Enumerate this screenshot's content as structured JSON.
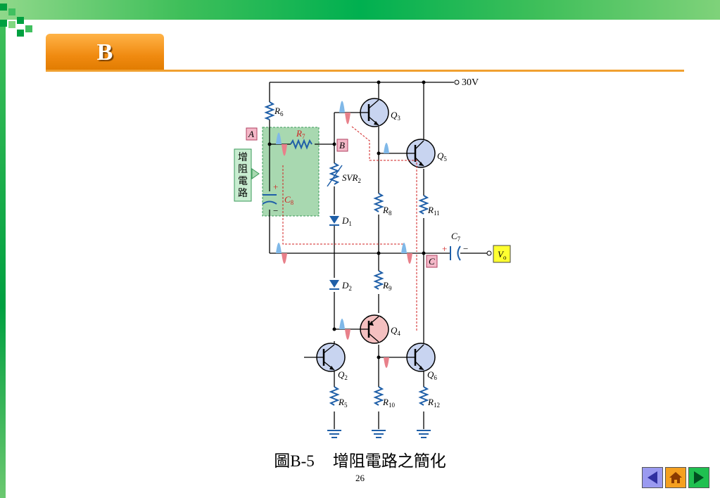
{
  "header": {
    "section_label": "B"
  },
  "colors": {
    "accent_orange": "#f08a10",
    "brand_green": "#00b050",
    "wire_blue": "#1f5fa8",
    "signal_red": "#d02020",
    "shade_green": "#a8d8b0"
  },
  "circuit": {
    "supply_label": "30V",
    "nodes": {
      "a": "A",
      "b": "B",
      "c": "C"
    },
    "output_label": "V",
    "output_sub": "o",
    "boost_text": [
      "增",
      "阻",
      "電",
      "路"
    ],
    "components": {
      "r6": {
        "base": "R",
        "sub": "6"
      },
      "r7": {
        "base": "R",
        "sub": "7"
      },
      "r8": {
        "base": "R",
        "sub": "8"
      },
      "r9": {
        "base": "R",
        "sub": "9"
      },
      "r5": {
        "base": "R",
        "sub": "5"
      },
      "r10": {
        "base": "R",
        "sub": "10"
      },
      "r11": {
        "base": "R",
        "sub": "11"
      },
      "r12": {
        "base": "R",
        "sub": "12"
      },
      "svr2": {
        "base": "SVR",
        "sub": "2"
      },
      "c8": {
        "base": "C",
        "sub": "8"
      },
      "c7": {
        "base": "C",
        "sub": "7"
      },
      "d1": {
        "base": "D",
        "sub": "1"
      },
      "d2": {
        "base": "D",
        "sub": "2"
      },
      "q2": {
        "base": "Q",
        "sub": "2"
      },
      "q3": {
        "base": "Q",
        "sub": "3"
      },
      "q4": {
        "base": "Q",
        "sub": "4"
      },
      "q5": {
        "base": "Q",
        "sub": "5"
      },
      "q6": {
        "base": "Q",
        "sub": "6"
      }
    },
    "c8_plus": "+",
    "c8_minus": "−",
    "c7_plus": "+",
    "c7_minus": "−"
  },
  "caption": {
    "figure_number": "圖B-5",
    "title": "增阻電路之簡化"
  },
  "page_number": "26",
  "nav": {
    "prev_icon": "left-arrow-icon",
    "home_icon": "home-icon",
    "next_icon": "right-arrow-icon"
  }
}
